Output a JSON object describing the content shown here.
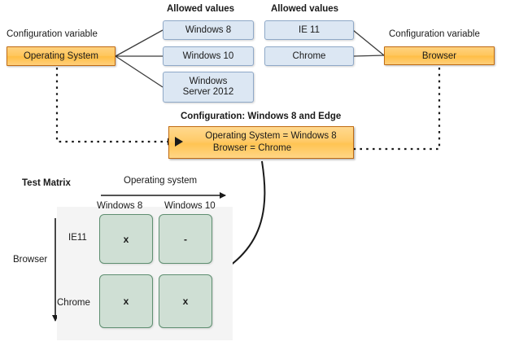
{
  "diagram": {
    "title_hidden": "",
    "left_group": {
      "variable_caption": "Configuration variable",
      "variable_name": "Operating System",
      "allowed_values_caption": "Allowed values",
      "allowed_values": [
        "Windows 8",
        "Windows 10",
        "Windows\nServer 2012"
      ],
      "allowed_values_flat": [
        "Windows 8",
        "Windows 10",
        "Windows Server 2012"
      ]
    },
    "right_group": {
      "variable_caption": "Configuration variable",
      "variable_name": "Browser",
      "allowed_values_caption": "Allowed values",
      "allowed_values": [
        "IE 11",
        "Chrome"
      ]
    },
    "configuration": {
      "caption": "Configuration: Windows 8 and Edge",
      "line1": "Operating System = Windows 8",
      "line2": "Browser = Chrome",
      "marker_icon": "play-triangle-icon",
      "inbound_left_icon": "arrow-right-icon",
      "inbound_right_icon": "arrow-left-icon"
    },
    "matrix": {
      "caption": "Test Matrix",
      "x_axis_label": "Operating system",
      "y_axis_label": "Browser",
      "columns": [
        "Windows 8",
        "Windows 10"
      ],
      "rows": [
        "IE11",
        "Chrome"
      ],
      "cells": [
        [
          "x",
          "-"
        ],
        [
          "x",
          "x"
        ]
      ]
    },
    "colors": {
      "variable_fill": "#ffc65c",
      "variable_border": "#c06b12",
      "value_fill": "#dce7f3",
      "value_border": "#8fa9c8",
      "cell_fill": "#cfdfd4",
      "cell_border": "#5f8f71",
      "panel_fill": "#f4f4f4",
      "connector": "#3b3b3b"
    }
  }
}
